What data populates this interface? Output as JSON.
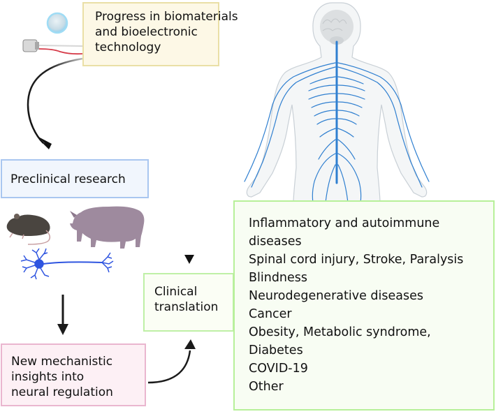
{
  "boxes": {
    "progress": {
      "lines": [
        "Progress in biomaterials",
        "and bioelectronic",
        "technology"
      ],
      "fill": "#fdf8e6",
      "border": "#eadfa6"
    },
    "preclinical": {
      "label": "Preclinical research",
      "fill": "#f1f6fd",
      "border": "#a9c6f0"
    },
    "insights": {
      "lines": [
        "New mechanistic",
        "insights into",
        "neural regulation"
      ],
      "fill": "#fdf0f5",
      "border": "#eab6cf"
    },
    "clinical": {
      "lines": [
        "Clinical",
        "translation"
      ],
      "fill": "#fbfef5",
      "border": "#bff0a6"
    },
    "conditions": {
      "lines": [
        "Inflammatory and autoimmune",
        "diseases",
        "Spinal cord injury, Stroke, Paralysis",
        "Blindness",
        "Neurodegenerative diseases",
        "Cancer",
        "Obesity, Metabolic syndrome,",
        "Diabetes",
        "COVID-19",
        "Other"
      ],
      "fill": "#f8fdf3",
      "border": "#b7f099"
    }
  },
  "illustrations": {
    "device_lens": "contact-lens-icon",
    "device_electrode": "electrode-device-icon",
    "mouse": "mouse-icon",
    "pig": "pig-icon",
    "neuron": "neuron-icon",
    "human": "human-nervous-system-icon"
  },
  "colors": {
    "nerve": "#2f7fd0",
    "arrow": "#1a1a1a",
    "body_outline": "#c9d0d6"
  }
}
